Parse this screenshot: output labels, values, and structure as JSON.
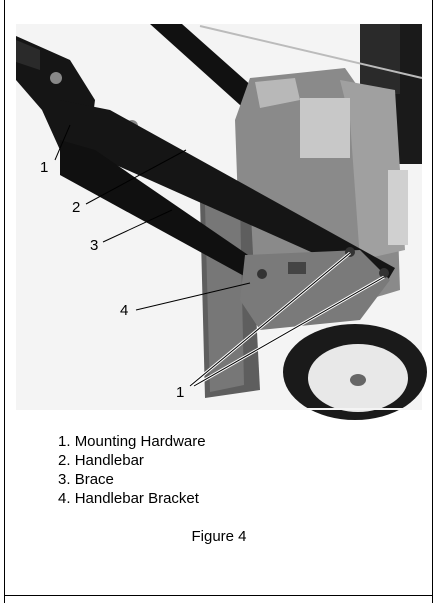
{
  "callouts": {
    "c1_top": "1",
    "c2": "2",
    "c3": "3",
    "c4": "4",
    "c1_bottom": "1"
  },
  "legend": [
    {
      "num": "1.",
      "label": "Mounting Hardware"
    },
    {
      "num": "2.",
      "label": "Handlebar"
    },
    {
      "num": "3.",
      "label": "Brace"
    },
    {
      "num": "4.",
      "label": "Handlebar Bracket"
    }
  ],
  "caption": "Figure 4"
}
